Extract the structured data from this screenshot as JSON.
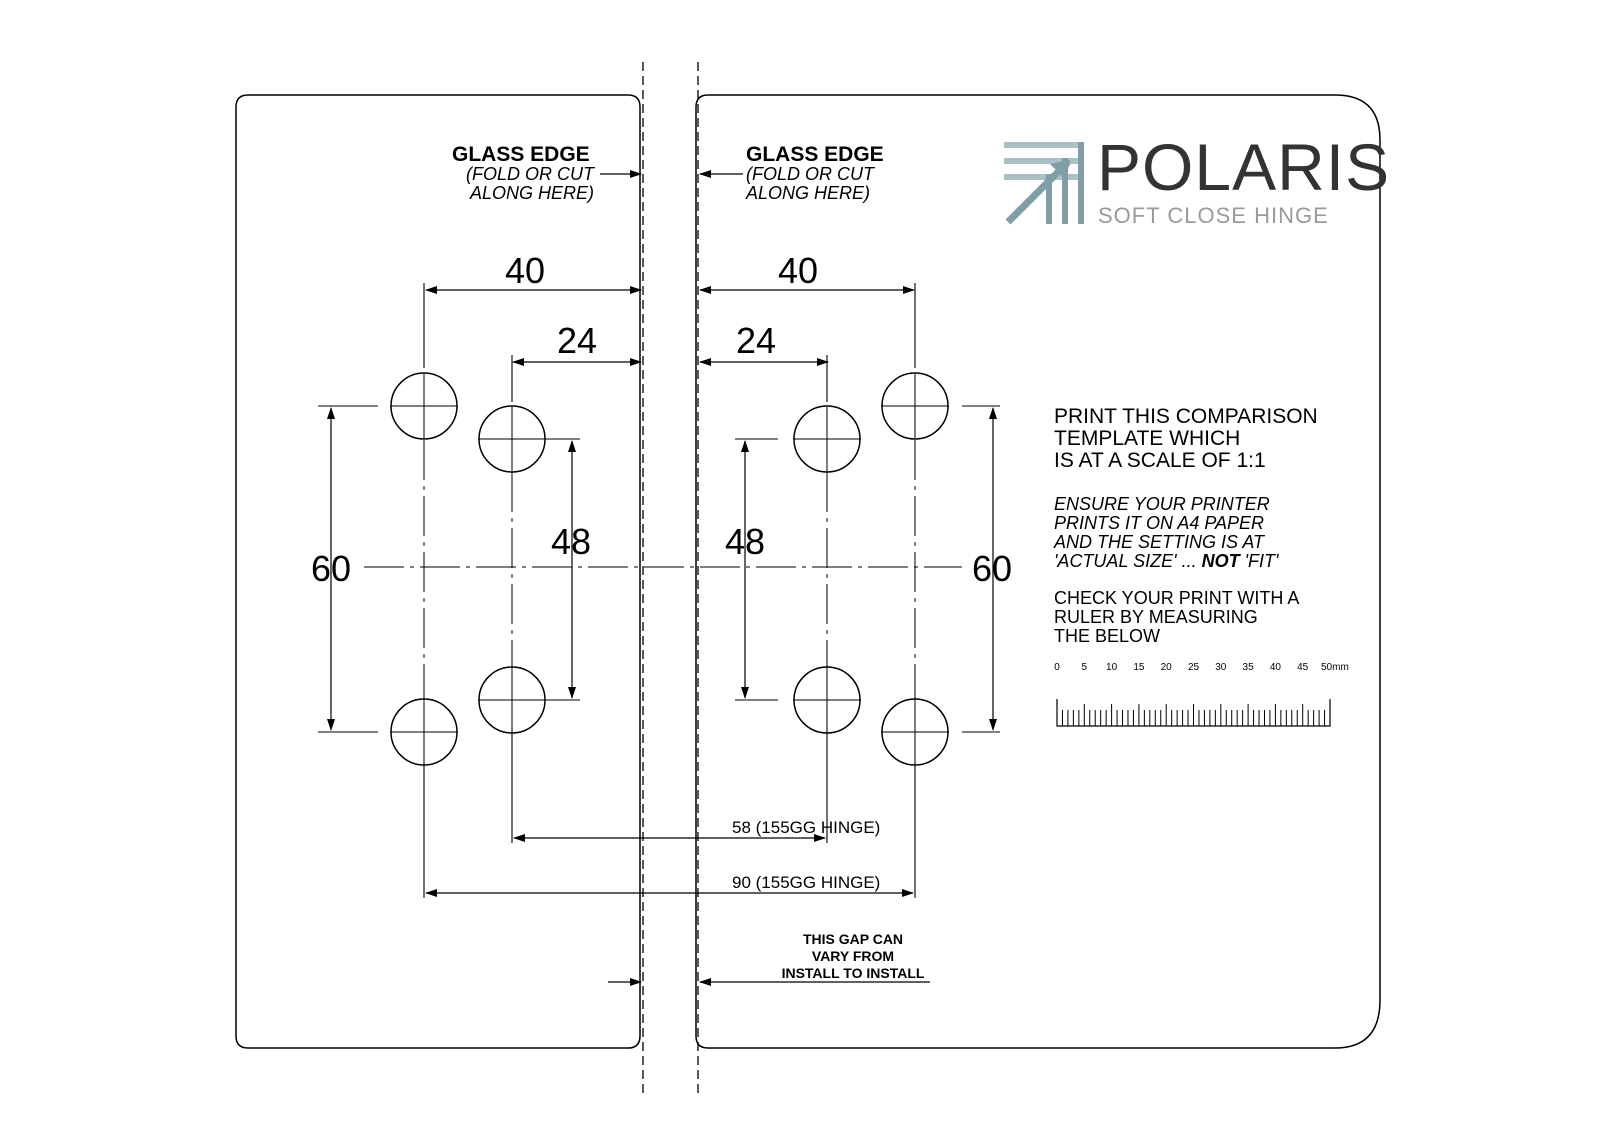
{
  "brand": {
    "name": "POLARIS",
    "tagline": "SOFT CLOSE HINGE",
    "mark_colors": [
      "#a8c0c6",
      "#7f9ea6"
    ]
  },
  "glass_edge": {
    "title": "GLASS EDGE",
    "line1": "(FOLD OR CUT",
    "line2": "ALONG HERE)"
  },
  "dimensions": {
    "left_outer": "40",
    "left_inner": "24",
    "right_outer": "40",
    "right_inner": "24",
    "left_vertical_outer": "60",
    "left_vertical_inner": "48",
    "right_vertical_inner": "48",
    "right_vertical_outer": "60",
    "span_inner": "58 (155GG HINGE)",
    "span_outer": "90 (155GG HINGE)"
  },
  "gap_note": [
    "THIS GAP CAN",
    "VARY FROM",
    "INSTALL TO INSTALL"
  ],
  "instructions": {
    "heading": [
      "PRINT THIS COMPARISON",
      "TEMPLATE WHICH",
      "IS AT A SCALE OF 1:1"
    ],
    "printer_lines": [
      "ENSURE YOUR PRINTER",
      "PRINTS IT ON A4 PAPER",
      "AND THE SETTING IS AT"
    ],
    "printer_last_prefix": "'ACTUAL SIZE' ... ",
    "printer_last_bold": "NOT",
    "printer_last_suffix": " 'FIT'",
    "check": [
      "CHECK YOUR PRINT WITH A",
      "RULER BY MEASURING",
      "THE BELOW"
    ]
  },
  "ruler": {
    "labels": [
      "0",
      "5",
      "10",
      "15",
      "20",
      "25",
      "30",
      "35",
      "40",
      "45",
      "50mm"
    ],
    "length_mm": 50
  }
}
